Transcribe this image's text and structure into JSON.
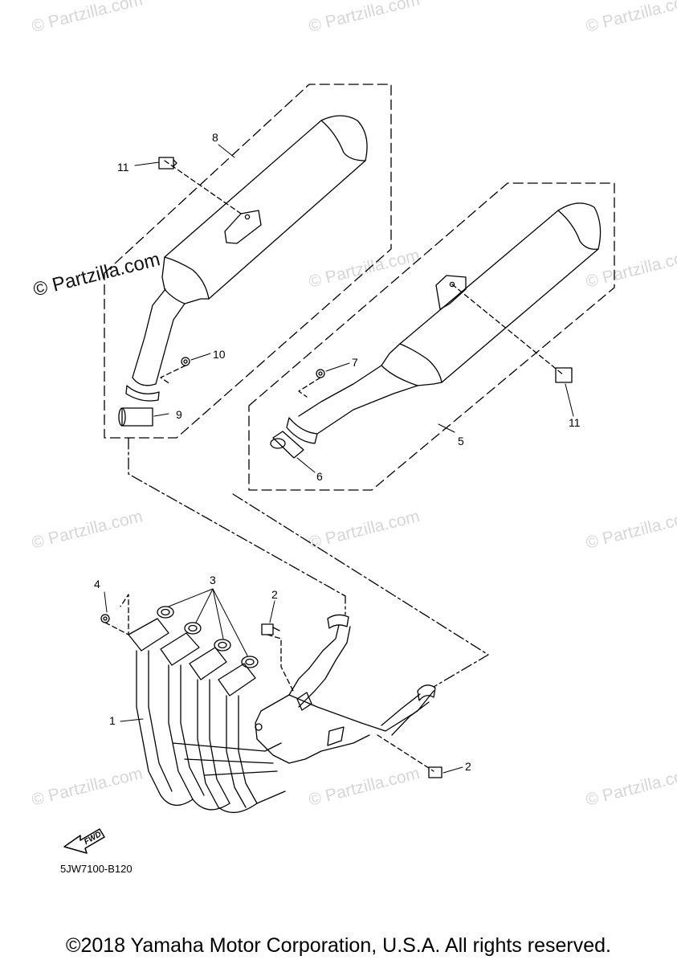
{
  "watermark": "© Partzilla.com",
  "diagram_code": "5JW7100-B120",
  "fwd_label": "FWD",
  "copyright": "©2018 Yamaha Motor Corporation, U.S.A. All rights reserved.",
  "callouts": [
    "1",
    "2",
    "2",
    "3",
    "4",
    "5",
    "6",
    "7",
    "8",
    "9",
    "10",
    "11",
    "11"
  ],
  "colors": {
    "line": "#000000",
    "watermark": "#d6d6d6",
    "background": "#ffffff"
  }
}
